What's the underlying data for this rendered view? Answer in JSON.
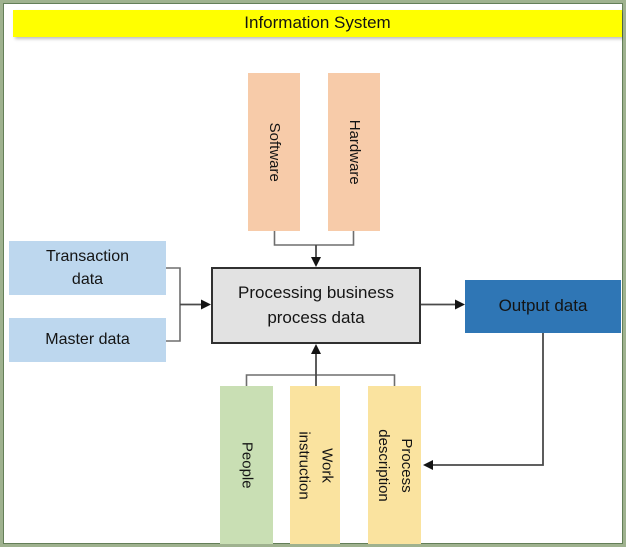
{
  "title": "Information System",
  "colors": {
    "title_bg": "#FFFF00",
    "software_hardware_bg": "#F7CBA9",
    "data_inputs_bg": "#BDD7EE",
    "processing_bg": "#E2E2E2",
    "processing_border": "#303030",
    "output_bg": "#2F76B5",
    "people_bg": "#C9DFB4",
    "instruction_bg": "#FAE39F",
    "frame_border": "#9FB28F",
    "connector": "#4a4a4a"
  },
  "nodes": {
    "software": {
      "label": "Software"
    },
    "hardware": {
      "label": "Hardware"
    },
    "transaction_data": {
      "label": "Transaction\ndata"
    },
    "master_data": {
      "label": "Master data"
    },
    "processing": {
      "label": "Processing business\nprocess data"
    },
    "output_data": {
      "label": "Output data"
    },
    "people": {
      "label": "People"
    },
    "work_instruction": {
      "label": "Work\ninstruction"
    },
    "process_description": {
      "label": "Process\ndescription"
    }
  },
  "edges": [
    "software -> processing",
    "hardware -> processing",
    "transaction_data -> processing",
    "master_data -> processing",
    "people -> processing",
    "work_instruction -> processing",
    "process_description -> processing",
    "processing -> output_data",
    "output_data -> process_description"
  ]
}
